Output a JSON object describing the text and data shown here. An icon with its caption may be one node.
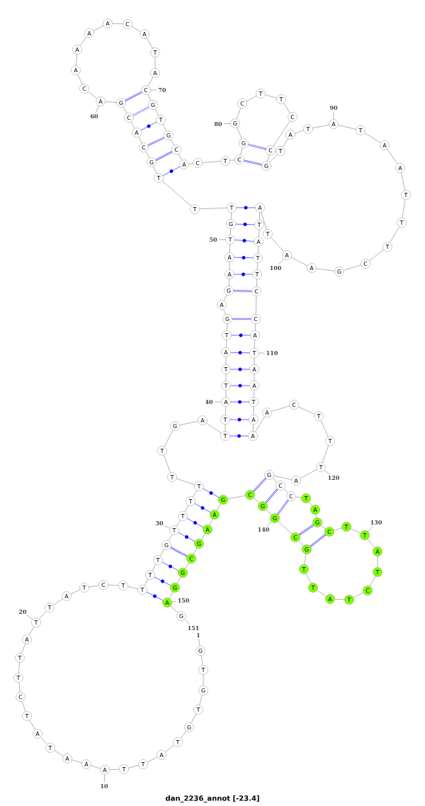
{
  "diagram": {
    "caption": "dan_2236_annot [-23.4]",
    "nodes": [
      {
        "text": [
          "G"
        ]
      },
      {
        "text": [
          "T"
        ]
      },
      {
        "text": [
          "G"
        ]
      },
      {
        "text": [
          "T"
        ]
      },
      {
        "text": [
          "G"
        ]
      },
      {
        "text": [
          "T"
        ]
      },
      {
        "text": [
          "A"
        ]
      },
      {
        "text": [
          "T"
        ]
      },
      {
        "text": [
          "T"
        ]
      },
      {
        "text": [
          "A"
        ]
      },
      {
        "text": [
          "A"
        ]
      },
      {
        "text": [
          "A"
        ]
      },
      {
        "text": [
          "T"
        ]
      },
      {
        "text": [
          "A"
        ]
      },
      {
        "text": [
          "T"
        ]
      },
      {
        "text": [
          "C"
        ]
      },
      {
        "text": [
          "T"
        ]
      },
      {
        "text": [
          "T"
        ]
      },
      {
        "text": [
          "A"
        ]
      },
      {
        "text": [
          "T"
        ]
      },
      {
        "text": [
          "T"
        ]
      },
      {
        "text": [
          "A"
        ]
      },
      {
        "text": [
          "T"
        ]
      },
      {
        "text": [
          "C"
        ]
      },
      {
        "text": [
          "T"
        ]
      },
      {
        "text": [
          "T"
        ]
      },
      {
        "text": [
          "T"
        ]
      },
      {
        "text": [
          "T"
        ]
      },
      {
        "text": [
          "G"
        ]
      },
      {
        "text": [
          "T"
        ]
      },
      {
        "text": [
          "T"
        ]
      },
      {
        "text": [
          "T"
        ]
      },
      {
        "text": [
          "T"
        ]
      },
      {
        "text": [
          "T"
        ]
      },
      {
        "text": [
          "T"
        ]
      },
      {
        "text": [
          "G"
        ]
      },
      {
        "text": [
          "A"
        ]
      },
      {
        "text": [
          "T"
        ]
      },
      {
        "text": [
          "T"
        ]
      },
      {
        "text": [
          "A"
        ]
      },
      {
        "text": [
          "T"
        ]
      },
      {
        "text": [
          "T"
        ]
      },
      {
        "text": [
          "A"
        ]
      },
      {
        "text": [
          "T"
        ]
      },
      {
        "text": [
          "G"
        ]
      },
      {
        "text": [
          "A"
        ]
      },
      {
        "text": [
          "G"
        ]
      },
      {
        "text": [
          "A"
        ]
      },
      {
        "text": [
          "A"
        ]
      },
      {
        "text": [
          "T"
        ]
      },
      {
        "text": [
          "G"
        ]
      },
      {
        "text": [
          "T"
        ]
      },
      {
        "text": [
          "T"
        ]
      },
      {
        "text": [
          "T"
        ]
      },
      {
        "text": [
          "G"
        ]
      },
      {
        "text": [
          "C"
        ]
      },
      {
        "text": [
          "A"
        ]
      },
      {
        "text": [
          "C"
        ]
      },
      {
        "text": [
          "G"
        ]
      },
      {
        "text": [
          "A"
        ]
      },
      {
        "text": [
          "C"
        ]
      },
      {
        "text": [
          "A"
        ]
      },
      {
        "text": [
          "A"
        ]
      },
      {
        "text": [
          "A"
        ]
      },
      {
        "text": [
          "A"
        ]
      },
      {
        "text": [
          "C"
        ]
      },
      {
        "text": [
          "A"
        ]
      },
      {
        "text": [
          "T"
        ]
      },
      {
        "text": [
          "A"
        ]
      },
      {
        "text": [
          "C"
        ]
      },
      {
        "text": [
          "G"
        ]
      },
      {
        "text": [
          "T"
        ]
      },
      {
        "text": [
          "G"
        ]
      },
      {
        "text": [
          "C"
        ]
      },
      {
        "text": [
          "A"
        ]
      },
      {
        "text": [
          "C"
        ]
      },
      {
        "text": [
          "T"
        ]
      },
      {
        "text": [
          "C"
        ]
      },
      {
        "text": [
          "G"
        ]
      },
      {
        "text": [
          "G"
        ]
      },
      {
        "text": [
          "C"
        ]
      },
      {
        "text": [
          "T"
        ]
      },
      {
        "text": [
          "T"
        ]
      },
      {
        "text": [
          "C"
        ]
      },
      {
        "text": [
          "C"
        ]
      },
      {
        "text": [
          "G"
        ]
      },
      {
        "text": [
          "T"
        ]
      },
      {
        "text": [
          "A"
        ]
      },
      {
        "text": [
          "T"
        ]
      },
      {
        "text": [
          "A"
        ]
      },
      {
        "text": [
          "T"
        ]
      },
      {
        "text": [
          "A"
        ]
      },
      {
        "text": [
          "A"
        ]
      },
      {
        "text": [
          "T"
        ]
      },
      {
        "text": [
          "T"
        ]
      },
      {
        "text": [
          "T"
        ]
      },
      {
        "text": [
          "C"
        ]
      },
      {
        "text": [
          "G"
        ]
      },
      {
        "text": [
          "A"
        ]
      },
      {
        "text": [
          "A"
        ]
      },
      {
        "text": [
          "T"
        ]
      },
      {
        "text": [
          "A"
        ]
      },
      {
        "text": [
          "T"
        ]
      },
      {
        "text": [
          "A"
        ]
      },
      {
        "text": [
          "T"
        ]
      },
      {
        "text": [
          "T"
        ]
      },
      {
        "text": [
          "C"
        ]
      },
      {
        "text": [
          "C"
        ]
      },
      {
        "text": [
          "A"
        ]
      },
      {
        "text": [
          "T"
        ]
      },
      {
        "text": [
          "A"
        ]
      },
      {
        "text": [
          "A"
        ]
      },
      {
        "text": [
          "T"
        ]
      },
      {
        "text": [
          "A"
        ]
      },
      {
        "text": [
          "A"
        ]
      },
      {
        "text": [
          "A"
        ]
      },
      {
        "text": [
          "C"
        ]
      },
      {
        "text": [
          "T"
        ]
      },
      {
        "text": [
          "T"
        ]
      },
      {
        "text": [
          "T"
        ]
      },
      {
        "text": [
          "A"
        ]
      },
      {
        "text": [
          "G"
        ]
      },
      {
        "text": [
          "C"
        ]
      },
      {
        "text": [
          "C"
        ]
      },
      {
        "text": [
          "T"
        ]
      },
      {
        "text": [
          "A"
        ]
      },
      {
        "text": [
          "G"
        ]
      },
      {
        "text": [
          "C"
        ]
      },
      {
        "text": [
          "T"
        ]
      },
      {
        "text": [
          "T"
        ]
      },
      {
        "text": [
          "A"
        ]
      },
      {
        "text": [
          "T"
        ]
      },
      {
        "text": [
          "C"
        ]
      },
      {
        "text": [
          "T"
        ]
      },
      {
        "text": [
          "A"
        ]
      },
      {
        "text": [
          "T"
        ]
      },
      {
        "text": [
          "T"
        ]
      },
      {
        "text": [
          "G"
        ]
      },
      {
        "text": [
          "C"
        ]
      },
      {
        "text": [
          "G"
        ]
      },
      {
        "text": [
          "G"
        ]
      },
      {
        "text": [
          "C"
        ]
      },
      {
        "text": [
          "G"
        ]
      },
      {
        "text": [
          "A"
        ]
      },
      {
        "text": [
          "A"
        ]
      },
      {
        "text": [
          "G"
        ]
      },
      {
        "text": [
          "C"
        ]
      },
      {
        "text": [
          "G"
        ]
      },
      {
        "text": [
          "G"
        ]
      },
      {
        "text": [
          "A"
        ]
      },
      {
        "text": [
          "G"
        ]
      },
      {
        "text": [
          "1"
        ]
      },
      {
        "text": [
          "10"
        ]
      },
      {
        "text": [
          "20"
        ]
      },
      {
        "text": [
          "30"
        ]
      },
      {
        "text": [
          "40"
        ]
      },
      {
        "text": [
          "50"
        ]
      },
      {
        "text": [
          "60"
        ]
      },
      {
        "text": [
          "70"
        ]
      },
      {
        "text": [
          "80"
        ]
      },
      {
        "text": [
          "90"
        ]
      },
      {
        "text": [
          "100"
        ]
      },
      {
        "text": [
          "110"
        ]
      },
      {
        "text": [
          "120"
        ]
      },
      {
        "text": [
          "130"
        ]
      },
      {
        "text": [
          "140"
        ]
      },
      {
        "text": [
          "150"
        ]
      },
      {
        "text": [
          "151"
        ]
      }
    ],
    "edges": [
      {
        "from": 0,
        "to": 1,
        "arrow": "none"
      },
      {
        "from": 1,
        "to": 2,
        "arrow": "none"
      },
      {
        "from": 2,
        "to": 3,
        "arrow": "none"
      },
      {
        "from": 3,
        "to": 4,
        "arrow": "none"
      },
      {
        "from": 4,
        "to": 5,
        "arrow": "none"
      },
      {
        "from": 5,
        "to": 6,
        "arrow": "none"
      },
      {
        "from": 6,
        "to": 7,
        "arrow": "none"
      },
      {
        "from": 7,
        "to": 8,
        "arrow": "none"
      },
      {
        "from": 8,
        "to": 9,
        "arrow": "none"
      },
      {
        "from": 9,
        "to": 10,
        "arrow": "none"
      },
      {
        "from": 10,
        "to": 11,
        "arrow": "none"
      },
      {
        "from": 11,
        "to": 12,
        "arrow": "none"
      },
      {
        "from": 12,
        "to": 13,
        "arrow": "none"
      },
      {
        "from": 13,
        "to": 14,
        "arrow": "none"
      },
      {
        "from": 14,
        "to": 15,
        "arrow": "none"
      },
      {
        "from": 15,
        "to": 16,
        "arrow": "none"
      },
      {
        "from": 16,
        "to": 17,
        "arrow": "none"
      },
      {
        "from": 17,
        "to": 18,
        "arrow": "none"
      },
      {
        "from": 18,
        "to": 19,
        "arrow": "none"
      },
      {
        "from": 19,
        "to": 20,
        "arrow": "none"
      },
      {
        "from": 20,
        "to": 21,
        "arrow": "none"
      },
      {
        "from": 21,
        "to": 22,
        "arrow": "none"
      },
      {
        "from": 22,
        "to": 23,
        "arrow": "none"
      },
      {
        "from": 23,
        "to": 24,
        "arrow": "none"
      },
      {
        "from": 24,
        "to": 25,
        "arrow": "none"
      },
      {
        "from": 25,
        "to": 26,
        "arrow": "none"
      },
      {
        "from": 26,
        "to": 27,
        "arrow": "none"
      },
      {
        "from": 27,
        "to": 28,
        "arrow": "none"
      },
      {
        "from": 28,
        "to": 29,
        "arrow": "none"
      },
      {
        "from": 29,
        "to": 30,
        "arrow": "none"
      },
      {
        "from": 30,
        "to": 31,
        "arrow": "none"
      },
      {
        "from": 31,
        "to": 32,
        "arrow": "none"
      },
      {
        "from": 32,
        "to": 33,
        "arrow": "none"
      },
      {
        "from": 33,
        "to": 34,
        "arrow": "none"
      },
      {
        "from": 34,
        "to": 35,
        "arrow": "none"
      },
      {
        "from": 35,
        "to": 36,
        "arrow": "none"
      },
      {
        "from": 36,
        "to": 37,
        "arrow": "none"
      },
      {
        "from": 37,
        "to": 38,
        "arrow": "none"
      },
      {
        "from": 38,
        "to": 39,
        "arrow": "none"
      },
      {
        "from": 39,
        "to": 40,
        "arrow": "none"
      },
      {
        "from": 40,
        "to": 41,
        "arrow": "none"
      },
      {
        "from": 41,
        "to": 42,
        "arrow": "none"
      },
      {
        "from": 42,
        "to": 43,
        "arrow": "none"
      },
      {
        "from": 43,
        "to": 44,
        "arrow": "none"
      },
      {
        "from": 44,
        "to": 45,
        "arrow": "none"
      },
      {
        "from": 45,
        "to": 46,
        "arrow": "none"
      },
      {
        "from": 46,
        "to": 47,
        "arrow": "none"
      },
      {
        "from": 47,
        "to": 48,
        "arrow": "none"
      },
      {
        "from": 48,
        "to": 49,
        "arrow": "none"
      },
      {
        "from": 49,
        "to": 50,
        "arrow": "none"
      },
      {
        "from": 50,
        "to": 51,
        "arrow": "none"
      },
      {
        "from": 51,
        "to": 52,
        "arrow": "none"
      },
      {
        "from": 52,
        "to": 53,
        "arrow": "none"
      },
      {
        "from": 53,
        "to": 54,
        "arrow": "none"
      },
      {
        "from": 54,
        "to": 55,
        "arrow": "none"
      },
      {
        "from": 55,
        "to": 56,
        "arrow": "none"
      },
      {
        "from": 56,
        "to": 57,
        "arrow": "none"
      },
      {
        "from": 57,
        "to": 58,
        "arrow": "none"
      },
      {
        "from": 58,
        "to": 59,
        "arrow": "none"
      },
      {
        "from": 59,
        "to": 60,
        "arrow": "none"
      },
      {
        "from": 60,
        "to": 61,
        "arrow": "none"
      },
      {
        "from": 61,
        "to": 62,
        "arrow": "none"
      },
      {
        "from": 62,
        "to": 63,
        "arrow": "none"
      },
      {
        "from": 63,
        "to": 64,
        "arrow": "none"
      },
      {
        "from": 64,
        "to": 65,
        "arrow": "none"
      },
      {
        "from": 65,
        "to": 66,
        "arrow": "none"
      },
      {
        "from": 66,
        "to": 67,
        "arrow": "none"
      },
      {
        "from": 67,
        "to": 68,
        "arrow": "none"
      },
      {
        "from": 68,
        "to": 69,
        "arrow": "none"
      },
      {
        "from": 69,
        "to": 70,
        "arrow": "none"
      },
      {
        "from": 70,
        "to": 71,
        "arrow": "none"
      },
      {
        "from": 71,
        "to": 72,
        "arrow": "none"
      },
      {
        "from": 72,
        "to": 73,
        "arrow": "none"
      },
      {
        "from": 73,
        "to": 74,
        "arrow": "none"
      },
      {
        "from": 74,
        "to": 75,
        "arrow": "none"
      },
      {
        "from": 75,
        "to": 76,
        "arrow": "none"
      },
      {
        "from": 76,
        "to": 77,
        "arrow": "none"
      },
      {
        "from": 77,
        "to": 78,
        "arrow": "none"
      },
      {
        "from": 78,
        "to": 79,
        "arrow": "none"
      },
      {
        "from": 79,
        "to": 80,
        "arrow": "none"
      },
      {
        "from": 80,
        "to": 81,
        "arrow": "none"
      },
      {
        "from": 81,
        "to": 82,
        "arrow": "none"
      },
      {
        "from": 82,
        "to": 83,
        "arrow": "none"
      },
      {
        "from": 83,
        "to": 84,
        "arrow": "none"
      },
      {
        "from": 84,
        "to": 85,
        "arrow": "none"
      },
      {
        "from": 85,
        "to": 86,
        "arrow": "none"
      },
      {
        "from": 86,
        "to": 87,
        "arrow": "none"
      },
      {
        "from": 87,
        "to": 88,
        "arrow": "none"
      },
      {
        "from": 88,
        "to": 89,
        "arrow": "none"
      },
      {
        "from": 89,
        "to": 90,
        "arrow": "none"
      },
      {
        "from": 90,
        "to": 91,
        "arrow": "none"
      },
      {
        "from": 91,
        "to": 92,
        "arrow": "none"
      },
      {
        "from": 92,
        "to": 93,
        "arrow": "none"
      },
      {
        "from": 93,
        "to": 94,
        "arrow": "none"
      },
      {
        "from": 94,
        "to": 95,
        "arrow": "none"
      },
      {
        "from": 95,
        "to": 96,
        "arrow": "none"
      },
      {
        "from": 96,
        "to": 97,
        "arrow": "none"
      },
      {
        "from": 97,
        "to": 98,
        "arrow": "none"
      },
      {
        "from": 98,
        "to": 99,
        "arrow": "none"
      },
      {
        "from": 99,
        "to": 100,
        "arrow": "none"
      },
      {
        "from": 100,
        "to": 101,
        "arrow": "none"
      },
      {
        "from": 101,
        "to": 102,
        "arrow": "none"
      },
      {
        "from": 102,
        "to": 103,
        "arrow": "none"
      },
      {
        "from": 103,
        "to": 104,
        "arrow": "none"
      },
      {
        "from": 104,
        "to": 105,
        "arrow": "none"
      },
      {
        "from": 105,
        "to": 106,
        "arrow": "none"
      },
      {
        "from": 106,
        "to": 107,
        "arrow": "none"
      },
      {
        "from": 107,
        "to": 108,
        "arrow": "none"
      },
      {
        "from": 108,
        "to": 109,
        "arrow": "none"
      },
      {
        "from": 109,
        "to": 110,
        "arrow": "none"
      },
      {
        "from": 110,
        "to": 111,
        "arrow": "none"
      },
      {
        "from": 111,
        "to": 112,
        "arrow": "none"
      },
      {
        "from": 112,
        "to": 113,
        "arrow": "none"
      },
      {
        "from": 113,
        "to": 114,
        "arrow": "none"
      },
      {
        "from": 114,
        "to": 115,
        "arrow": "none"
      },
      {
        "from": 115,
        "to": 116,
        "arrow": "none"
      },
      {
        "from": 116,
        "to": 117,
        "arrow": "none"
      },
      {
        "from": 117,
        "to": 118,
        "arrow": "none"
      },
      {
        "from": 118,
        "to": 119,
        "arrow": "none"
      },
      {
        "from": 119,
        "to": 120,
        "arrow": "none"
      },
      {
        "from": 120,
        "to": 121,
        "arrow": "none"
      },
      {
        "from": 121,
        "to": 122,
        "arrow": "none"
      },
      {
        "from": 122,
        "to": 123,
        "arrow": "none"
      },
      {
        "from": 123,
        "to": 124,
        "arrow": "none"
      },
      {
        "from": 124,
        "to": 125,
        "arrow": "none"
      },
      {
        "from": 125,
        "to": 126,
        "arrow": "none"
      },
      {
        "from": 126,
        "to": 127,
        "arrow": "none"
      },
      {
        "from": 127,
        "to": 128,
        "arrow": "none"
      },
      {
        "from": 128,
        "to": 129,
        "arrow": "none"
      },
      {
        "from": 129,
        "to": 130,
        "arrow": "none"
      },
      {
        "from": 130,
        "to": 131,
        "arrow": "none"
      },
      {
        "from": 131,
        "to": 132,
        "arrow": "none"
      },
      {
        "from": 132,
        "to": 133,
        "arrow": "none"
      },
      {
        "from": 133,
        "to": 134,
        "arrow": "none"
      },
      {
        "from": 134,
        "to": 135,
        "arrow": "none"
      },
      {
        "from": 135,
        "to": 136,
        "arrow": "none"
      },
      {
        "from": 136,
        "to": 137,
        "arrow": "none"
      },
      {
        "from": 137,
        "to": 138,
        "arrow": "none"
      },
      {
        "from": 138,
        "to": 139,
        "arrow": "none"
      },
      {
        "from": 139,
        "to": 140,
        "arrow": "none"
      },
      {
        "from": 140,
        "to": 141,
        "arrow": "none"
      },
      {
        "from": 141,
        "to": 142,
        "arrow": "none"
      },
      {
        "from": 142,
        "to": 143,
        "arrow": "none"
      },
      {
        "from": 143,
        "to": 144,
        "arrow": "none"
      },
      {
        "from": 144,
        "to": 145,
        "arrow": "none"
      },
      {
        "from": 145,
        "to": 146,
        "arrow": "none"
      },
      {
        "from": 146,
        "to": 147,
        "arrow": "none"
      },
      {
        "from": 147,
        "to": 148,
        "arrow": "none"
      },
      {
        "from": 148,
        "to": 149,
        "arrow": "none"
      },
      {
        "from": 149,
        "to": 150,
        "arrow": "none"
      },
      {
        "from": 25,
        "to": 149,
        "arrow": "none",
        "color": "#0000ff"
      },
      {
        "from": 26,
        "to": 148,
        "arrow": "none",
        "color": "#0000ff"
      },
      {
        "from": 27,
        "to": 147,
        "arrow": "none",
        "color": "#0000ff"
      },
      {
        "from": 28,
        "to": 146,
        "arrow": "none",
        "color": "#0000ff"
      },
      {
        "from": 29,
        "to": 145,
        "arrow": "none",
        "color": "#0000ff"
      },
      {
        "from": 30,
        "to": 144,
        "arrow": "none",
        "color": "#0000ff"
      },
      {
        "from": 31,
        "to": 143,
        "arrow": "none",
        "color": "#0000ff"
      },
      {
        "from": 32,
        "to": 142,
        "arrow": "none",
        "color": "#0000ff"
      },
      {
        "from": 37,
        "to": 114,
        "arrow": "none",
        "color": "#0000ff"
      },
      {
        "from": 38,
        "to": 113,
        "arrow": "none",
        "color": "#0000ff"
      },
      {
        "from": 39,
        "to": 112,
        "arrow": "none",
        "color": "#0000ff"
      },
      {
        "from": 40,
        "to": 111,
        "arrow": "none",
        "color": "#0000ff"
      },
      {
        "from": 41,
        "to": 110,
        "arrow": "none",
        "color": "#0000ff"
      },
      {
        "from": 42,
        "to": 109,
        "arrow": "none",
        "color": "#0000ff"
      },
      {
        "from": 43,
        "to": 108,
        "arrow": "none",
        "color": "#0000ff"
      },
      {
        "from": 44,
        "to": 107,
        "arrow": "none",
        "color": "#0000ff"
      },
      {
        "from": 46,
        "to": 106,
        "arrow": "none",
        "color": "#0000ff"
      },
      {
        "from": 47,
        "to": 105,
        "arrow": "none",
        "color": "#0000ff"
      },
      {
        "from": 48,
        "to": 104,
        "arrow": "none",
        "color": "#0000ff"
      },
      {
        "from": 49,
        "to": 103,
        "arrow": "none",
        "color": "#0000ff"
      },
      {
        "from": 50,
        "to": 102,
        "arrow": "none",
        "color": "#0000ff"
      },
      {
        "from": 51,
        "to": 101,
        "arrow": "none",
        "color": "#0000ff"
      },
      {
        "from": 53,
        "to": 74,
        "arrow": "none",
        "color": "#0000ff"
      },
      {
        "from": 54,
        "to": 73,
        "arrow": "none",
        "color": "#0000ff"
      },
      {
        "from": 55,
        "to": 72,
        "arrow": "none",
        "color": "#0000ff"
      },
      {
        "from": 56,
        "to": 71,
        "arrow": "none",
        "color": "#0000ff"
      },
      {
        "from": 57,
        "to": 70,
        "arrow": "none",
        "color": "#0000ff"
      },
      {
        "from": 58,
        "to": 69,
        "arrow": "none",
        "color": "#0000ff"
      },
      {
        "from": 77,
        "to": 85,
        "arrow": "none",
        "color": "#0000ff"
      },
      {
        "from": 78,
        "to": 84,
        "arrow": "none",
        "color": "#0000ff"
      },
      {
        "from": 121,
        "to": 141,
        "arrow": "none",
        "color": "#0000ff"
      },
      {
        "from": 122,
        "to": 140,
        "arrow": "none",
        "color": "#0000ff"
      },
      {
        "from": 123,
        "to": 139,
        "arrow": "none",
        "color": "#0000ff"
      },
      {
        "from": 126,
        "to": 138,
        "arrow": "none",
        "color": "#0000ff"
      },
      {
        "from": 127,
        "to": 137,
        "arrow": "none",
        "color": "#0000ff"
      },
      {
        "from": 151,
        "to": 0,
        "arrow": "none"
      },
      {
        "from": 152,
        "to": 9,
        "arrow": "none"
      },
      {
        "from": 153,
        "to": 19,
        "arrow": "none"
      },
      {
        "from": 154,
        "to": 29,
        "arrow": "none"
      },
      {
        "from": 155,
        "to": 39,
        "arrow": "none"
      },
      {
        "from": 156,
        "to": 49,
        "arrow": "none"
      },
      {
        "from": 157,
        "to": 59,
        "arrow": "none"
      },
      {
        "from": 158,
        "to": 69,
        "arrow": "none"
      },
      {
        "from": 159,
        "to": 79,
        "arrow": "none"
      },
      {
        "from": 160,
        "to": 89,
        "arrow": "none"
      },
      {
        "from": 161,
        "to": 99,
        "arrow": "none"
      },
      {
        "from": 162,
        "to": 109,
        "arrow": "none"
      },
      {
        "from": 163,
        "to": 119,
        "arrow": "none"
      },
      {
        "from": 164,
        "to": 129,
        "arrow": "none"
      },
      {
        "from": 165,
        "to": 139,
        "arrow": "none"
      },
      {
        "from": 166,
        "to": 149,
        "arrow": "none"
      },
      {
        "from": 167,
        "to": 150,
        "arrow": "none"
      }
    ]
  }
}
